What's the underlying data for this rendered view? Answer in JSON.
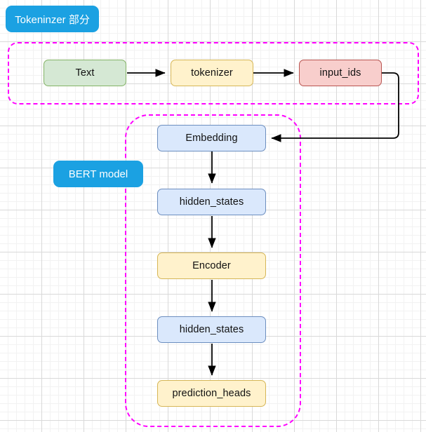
{
  "diagram": {
    "title": "BERT model pipeline flowchart",
    "background": {
      "grid_minor_color": "#f2f2f2",
      "grid_major_color": "#d9d9d9"
    },
    "groups": [
      {
        "id": "tokenizer-group",
        "label": "Tokeninzer 部分",
        "badge_color": "#1ba1e2",
        "border_color": "#ff00ff",
        "border_style": "dashed"
      },
      {
        "id": "bert-group",
        "label": "BERT model",
        "badge_color": "#1ba1e2",
        "border_color": "#ff00ff",
        "border_style": "dashed"
      }
    ],
    "nodes": [
      {
        "id": "text",
        "label": "Text",
        "fill": "#d5e8d4",
        "stroke": "#83b366"
      },
      {
        "id": "tokenizer",
        "label": "tokenizer",
        "fill": "#fff2cc",
        "stroke": "#d6b656"
      },
      {
        "id": "input_ids",
        "label": "input_ids",
        "fill": "#f8cecc",
        "stroke": "#b85450"
      },
      {
        "id": "embedding",
        "label": "Embedding",
        "fill": "#dae8fc",
        "stroke": "#6c8ebf"
      },
      {
        "id": "hidden_states_1",
        "label": "hidden_states",
        "fill": "#dae8fc",
        "stroke": "#6c8ebf"
      },
      {
        "id": "encoder",
        "label": "Encoder",
        "fill": "#fff2cc",
        "stroke": "#d6b656"
      },
      {
        "id": "hidden_states_2",
        "label": "hidden_states",
        "fill": "#dae8fc",
        "stroke": "#6c8ebf"
      },
      {
        "id": "prediction_heads",
        "label": "prediction_heads",
        "fill": "#fff2cc",
        "stroke": "#d6b656"
      }
    ],
    "edges": [
      {
        "from": "text",
        "to": "tokenizer",
        "direction": "right"
      },
      {
        "from": "tokenizer",
        "to": "input_ids",
        "direction": "right"
      },
      {
        "from": "input_ids",
        "to": "embedding",
        "direction": "routed-left"
      },
      {
        "from": "embedding",
        "to": "hidden_states_1",
        "direction": "down"
      },
      {
        "from": "hidden_states_1",
        "to": "encoder",
        "direction": "down"
      },
      {
        "from": "encoder",
        "to": "hidden_states_2",
        "direction": "down"
      },
      {
        "from": "hidden_states_2",
        "to": "prediction_heads",
        "direction": "down"
      }
    ],
    "edge_color": "#000000"
  }
}
